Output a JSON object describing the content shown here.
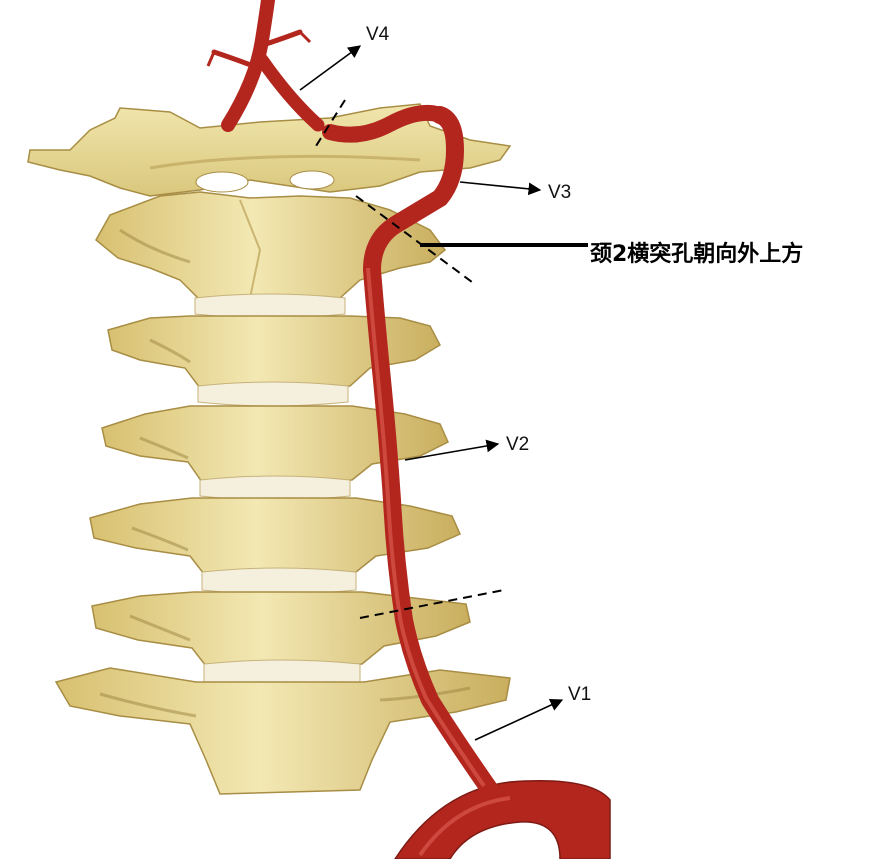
{
  "labels": {
    "v4": "V4",
    "v3": "V3",
    "v2": "V2",
    "v1": "V1",
    "callout": "颈2横突孔朝向外上方"
  },
  "colors": {
    "bone": "#eadc9a",
    "bone_shadow": "#b99f55",
    "disc": "#f5f0de",
    "artery": "#b3261e",
    "artery_highlight": "#d9574c",
    "line": "#000000"
  }
}
